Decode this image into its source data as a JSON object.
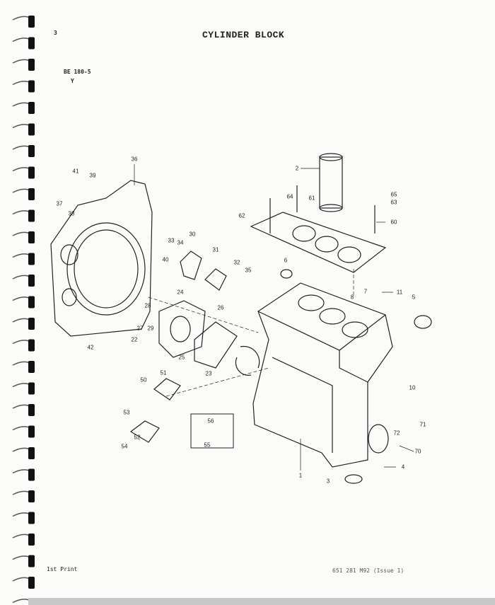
{
  "header": {
    "page_number": "3",
    "title": "CYLINDER BLOCK",
    "ref_line1": "BE 180-5",
    "ref_line2": "Y"
  },
  "footer": {
    "left": "1st Print",
    "right": "651 281 M92 (Issue 1)"
  },
  "callouts": [
    "36",
    "41",
    "39",
    "37",
    "38",
    "33",
    "34",
    "30",
    "40",
    "31",
    "32",
    "35",
    "24",
    "28",
    "27",
    "29",
    "26",
    "22",
    "25",
    "42",
    "23",
    "51",
    "50",
    "53",
    "52",
    "54",
    "56",
    "55",
    "2",
    "64",
    "61",
    "62",
    "65",
    "63",
    "60",
    "6",
    "8",
    "7",
    "11",
    "5",
    "10",
    "72",
    "71",
    "70",
    "4",
    "1",
    "3"
  ]
}
